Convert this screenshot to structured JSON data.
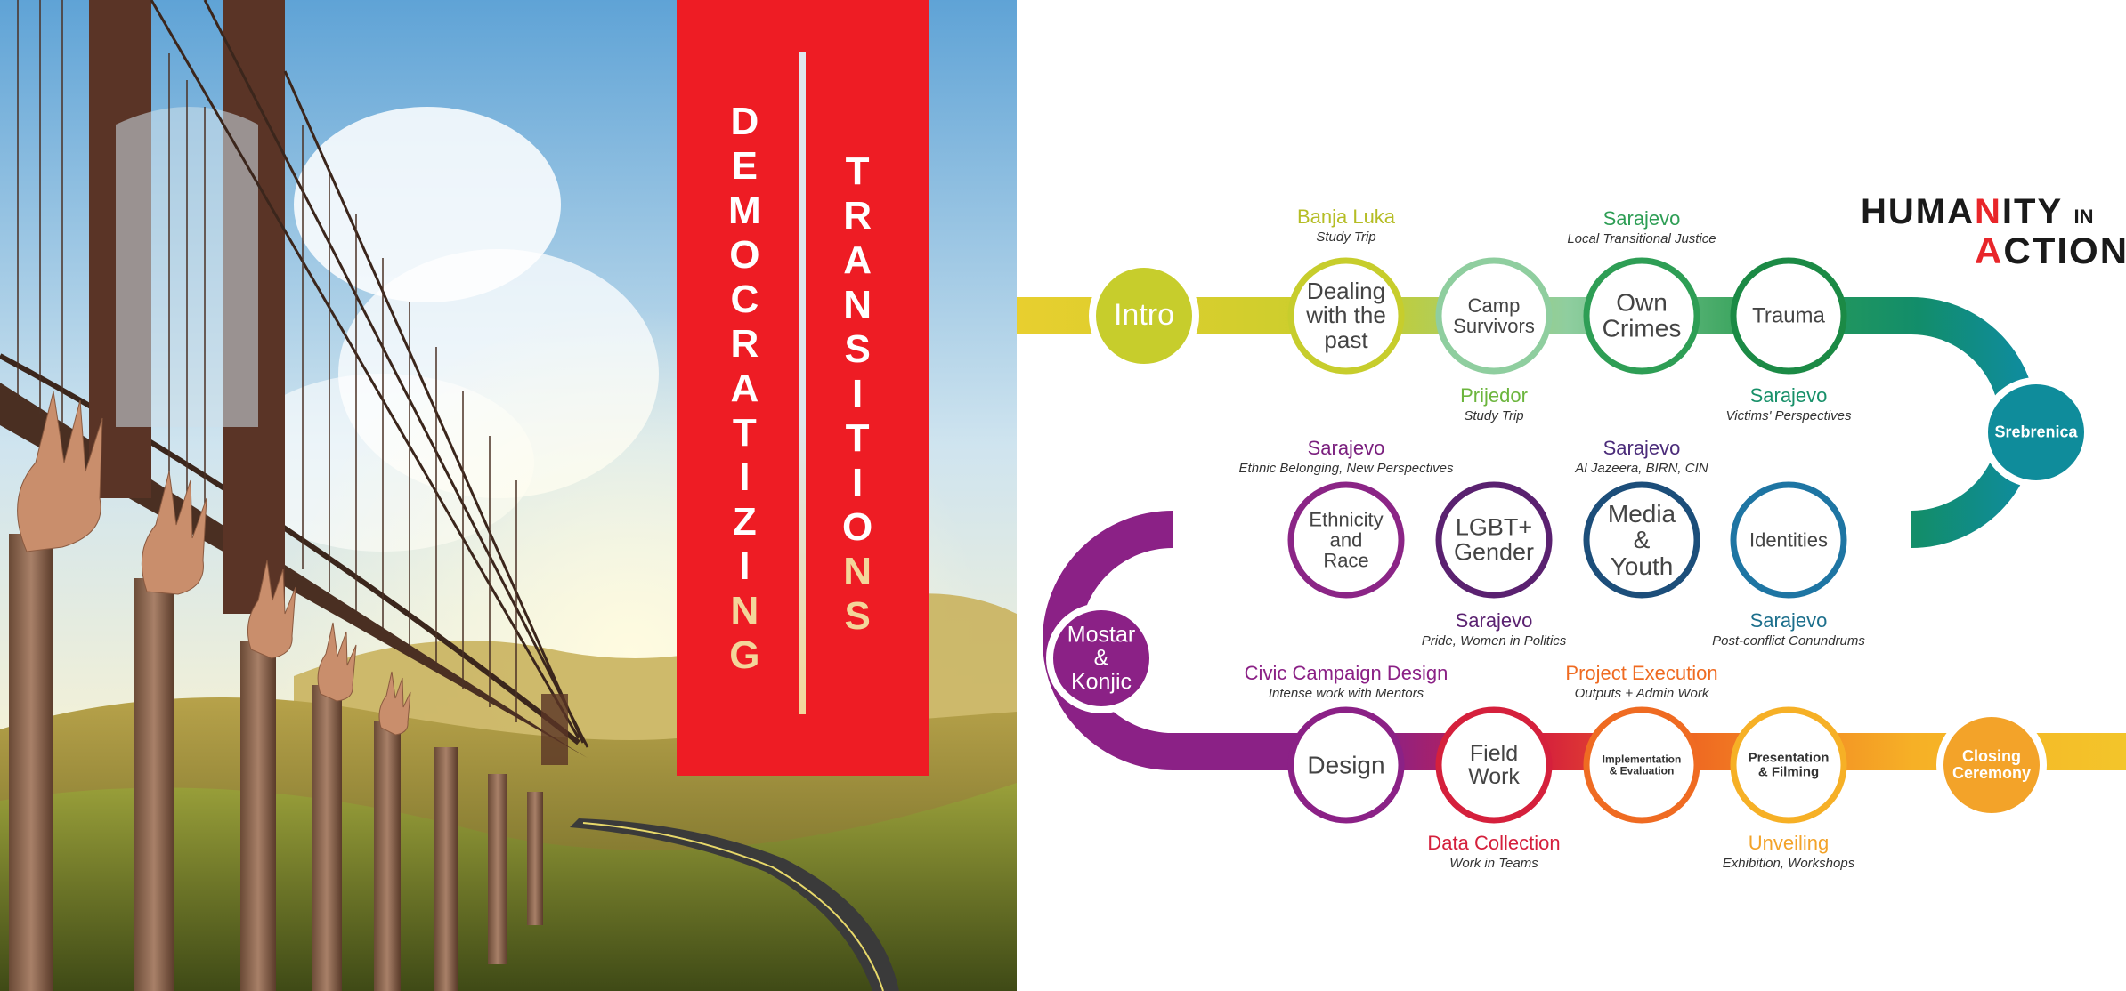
{
  "poster": {
    "title_word_1": [
      "D",
      "E",
      "M",
      "O",
      "C",
      "R",
      "A",
      "T",
      "I",
      "Z",
      "I",
      "N",
      "G"
    ],
    "title_word_2": [
      "T",
      "R",
      "A",
      "N",
      "S",
      "I",
      "T",
      "I",
      "O",
      "N",
      "S"
    ]
  },
  "logo": {
    "line1": "HUMANITY",
    "line1_suffix": "IN",
    "line2": "ACTION",
    "accent_color": "#e8262a"
  },
  "diagram": {
    "nodes": [
      {
        "id": "intro",
        "text": [
          "Intro"
        ],
        "color": "#c7cd2c",
        "filled": true
      },
      {
        "id": "dealing",
        "text": [
          "Dealing",
          "with the",
          "past"
        ],
        "color": "#c7cd2c",
        "filled": false
      },
      {
        "id": "camp",
        "text": [
          "Camp",
          "Survivors"
        ],
        "color": "#8fce9f",
        "filled": false
      },
      {
        "id": "own",
        "text": [
          "Own",
          "Crimes"
        ],
        "color": "#2e9e55",
        "filled": false
      },
      {
        "id": "trauma",
        "text": [
          "Trauma"
        ],
        "color": "#1b8a45",
        "filled": false
      },
      {
        "id": "srebrenica",
        "text": [
          "Srebrenica"
        ],
        "color": "#0f8c9b",
        "filled": true
      },
      {
        "id": "identities",
        "text": [
          "Identities"
        ],
        "color": "#1e75a3",
        "filled": false
      },
      {
        "id": "media",
        "text": [
          "Media",
          "&",
          "Youth"
        ],
        "color": "#1c4e7a",
        "filled": false
      },
      {
        "id": "lgbt",
        "text": [
          "LGBT+",
          "Gender"
        ],
        "color": "#5a2170",
        "filled": false
      },
      {
        "id": "ethnicity",
        "text": [
          "Ethnicity",
          "and",
          "Race"
        ],
        "color": "#8b2586",
        "filled": false
      },
      {
        "id": "mostar",
        "text": [
          "Mostar",
          "&",
          "Konjic"
        ],
        "color": "#8b2186",
        "filled": true
      },
      {
        "id": "design",
        "text": [
          "Design"
        ],
        "color": "#8b2186",
        "filled": false
      },
      {
        "id": "fieldwork",
        "text": [
          "Field",
          "Work"
        ],
        "color": "#d5203c",
        "filled": false
      },
      {
        "id": "implementation",
        "text": [
          "Implementation",
          "& Evaluation"
        ],
        "color": "#ef6b22",
        "filled": false
      },
      {
        "id": "presentation",
        "text": [
          "Presentation",
          "& Filming"
        ],
        "color": "#f6b026",
        "filled": false
      },
      {
        "id": "closing",
        "text": [
          "Closing",
          "Ceremony"
        ],
        "color": "#f3a329",
        "filled": true
      }
    ],
    "labels": [
      {
        "id": "banja",
        "city": "Banja Luka",
        "sub": "Study Trip",
        "color": "#b5bd25"
      },
      {
        "id": "sarajevo_ltj",
        "city": "Sarajevo",
        "sub": "Local Transitional Justice",
        "color": "#2e9e55"
      },
      {
        "id": "prijedor",
        "city": "Prijedor",
        "sub": "Study Trip",
        "color": "#6cb53d"
      },
      {
        "id": "sarajevo_vp",
        "city": "Sarajevo",
        "sub": "Victims' Perspectives",
        "color": "#179069"
      },
      {
        "id": "sarajevo_eb",
        "city": "Sarajevo",
        "sub": "Ethnic Belonging, New Perspectives",
        "color": "#7a1f7e"
      },
      {
        "id": "sarajevo_aj",
        "city": "Sarajevo",
        "sub": "Al Jazeera, BIRN, CIN",
        "color": "#4b2c7a"
      },
      {
        "id": "sarajevo_pw",
        "city": "Sarajevo",
        "sub": "Pride, Women in Politics",
        "color": "#5a2170"
      },
      {
        "id": "sarajevo_pc",
        "city": "Sarajevo",
        "sub": "Post-conflict Conundrums",
        "color": "#1c6f8c"
      },
      {
        "id": "civic",
        "city": "Civic Campaign Design",
        "sub": "Intense work with Mentors",
        "color": "#8b2186"
      },
      {
        "id": "project",
        "city": "Project Execution",
        "sub": "Outputs + Admin Work",
        "color": "#ef6b22"
      },
      {
        "id": "datacoll",
        "city": "Data Collection",
        "sub": "Work in Teams",
        "color": "#d5203c"
      },
      {
        "id": "unveiling",
        "city": "Unveiling",
        "sub": "Exhibition, Workshops",
        "color": "#f3a329"
      }
    ]
  }
}
